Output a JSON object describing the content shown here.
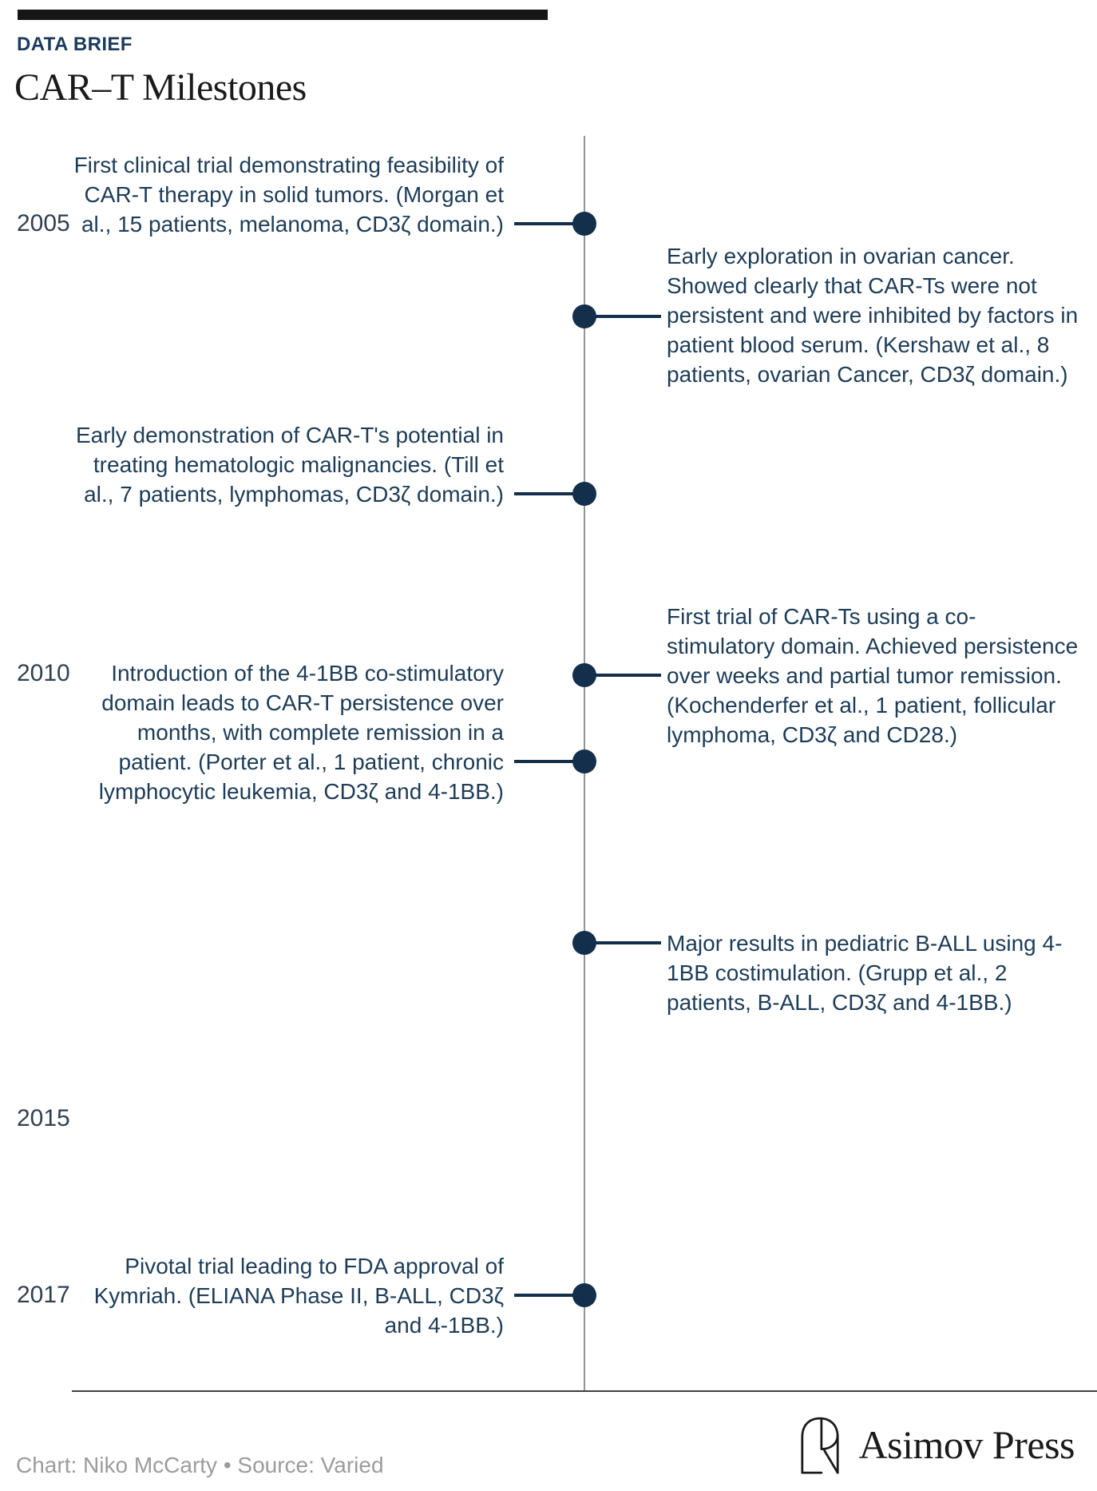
{
  "header": {
    "kicker": "DATA BRIEF",
    "title": "CAR–T Milestones"
  },
  "chart_data": {
    "type": "timeline",
    "title": "CAR–T Milestones",
    "orientation": "vertical",
    "axis": {
      "tick_years": [
        "2005",
        "2010",
        "2015",
        "2017"
      ],
      "range_years": [
        2004,
        2018
      ]
    },
    "events": [
      {
        "approx_year": 2005,
        "side": "left",
        "text": "First clinical trial demonstrating feasibility of CAR-T therapy in solid tumors. (Morgan et al., 15 patients, melanoma, CD3ζ domain.)"
      },
      {
        "approx_year": 2006,
        "side": "right",
        "text": "Early exploration in ovarian cancer. Showed clearly that CAR-Ts were not persistent and were inhibited by factors in patient blood serum. (Kershaw et al., 8 patients, ovarian Cancer, CD3ζ domain.)"
      },
      {
        "approx_year": 2008,
        "side": "left",
        "text": "Early demonstration of CAR-T's potential in treating hematologic malignancies. (Till et al., 7 patients, lymphomas, CD3ζ domain.)"
      },
      {
        "approx_year": 2010,
        "side": "right",
        "text": "First trial of CAR-Ts using a co-stimulatory domain. Achieved persistence over weeks and partial tumor remission. (Kochenderfer et al., 1 patient, follicular lymphoma, CD3ζ and CD28.)"
      },
      {
        "approx_year": 2011,
        "side": "left",
        "text": "Introduction of the 4-1BB co-stimulatory domain leads to CAR-T persistence over months, with complete remission in a patient. (Porter et al., 1 patient, chronic lymphocytic leukemia, CD3ζ and 4-1BB.)"
      },
      {
        "approx_year": 2013,
        "side": "right",
        "text": "Major results in pediatric B-ALL using 4-1BB costimulation. (Grupp et al., 2 patients, B-ALL, CD3ζ and 4-1BB.)"
      },
      {
        "approx_year": 2017,
        "side": "left",
        "text": "Pivotal trial leading to FDA approval of Kymriah. (ELIANA Phase II, B-ALL, CD3ζ and 4-1BB.)"
      }
    ],
    "colors": {
      "dot": "#132f4b",
      "event_text": "#1d3c57",
      "timeline_line": "#949494",
      "kicker": "#1b3a5e"
    }
  },
  "footer": {
    "credit": "Chart: Niko McCarty • Source: Varied",
    "brand": "Asimov Press"
  }
}
